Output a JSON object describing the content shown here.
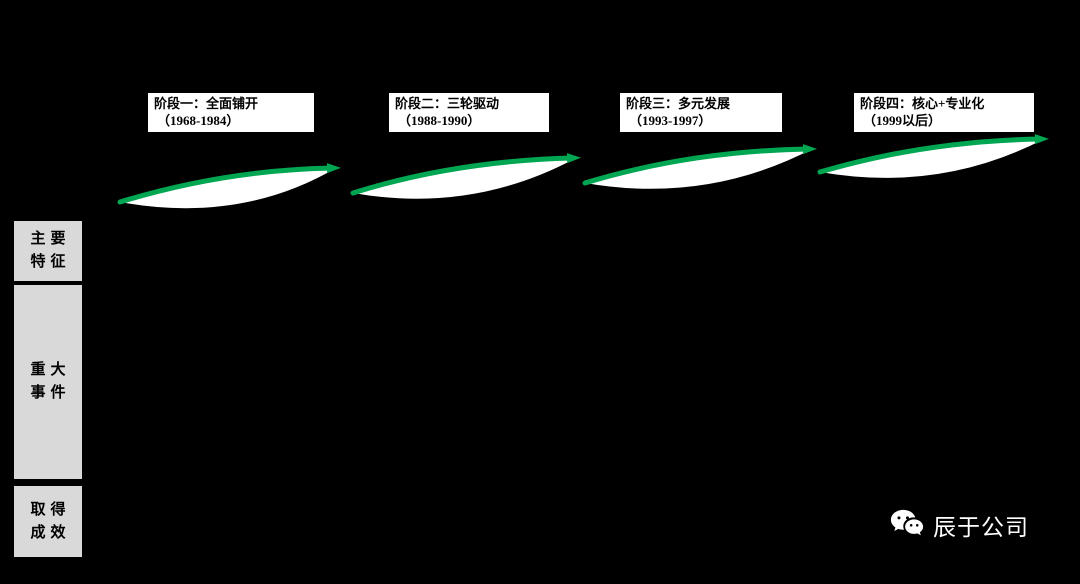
{
  "stages": [
    {
      "title": "阶段一：全面铺开",
      "period": "（1968-1984）"
    },
    {
      "title": "阶段二：三轮驱动",
      "period": "（1988-1990）"
    },
    {
      "title": "阶段三：多元发展",
      "period": "（1993-1997）"
    },
    {
      "title": "阶段四：核心+专业化",
      "period": "（1999以后）"
    }
  ],
  "row_labels": [
    {
      "line1": "主要",
      "line2": "特征"
    },
    {
      "line1": "重大",
      "line2": "事件"
    },
    {
      "line1": "取得",
      "line2": "成效"
    }
  ],
  "brand": {
    "name": "辰于公司"
  },
  "colors": {
    "background": "#000000",
    "arrow_green": "#00a651",
    "row_label_bg": "#d9d9d9",
    "stage_box_bg": "#ffffff"
  }
}
